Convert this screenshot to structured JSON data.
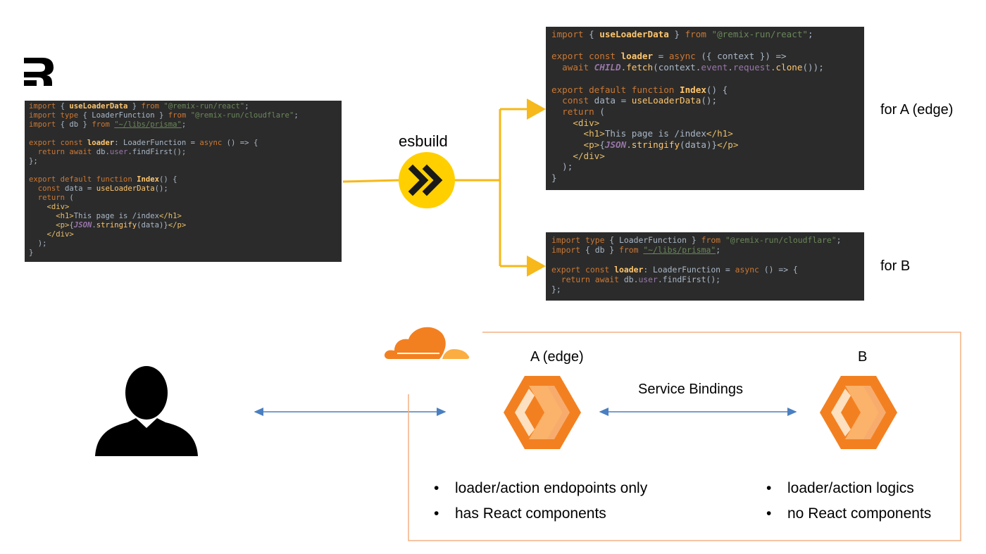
{
  "source": {
    "lines": [
      [
        [
          "t-kw",
          "import "
        ],
        [
          "t-pl",
          "{ "
        ],
        [
          "t-gold",
          "useLoaderData"
        ],
        [
          "t-pl",
          " } "
        ],
        [
          "t-kw",
          "from "
        ],
        [
          "t-str",
          "\"@remix-run/react\""
        ],
        [
          "t-pl",
          ";"
        ]
      ],
      [
        [
          "t-kw",
          "import type "
        ],
        [
          "t-pl",
          "{ LoaderFunction } "
        ],
        [
          "t-kw",
          "from "
        ],
        [
          "t-str",
          "\"@remix-run/cloudflare\""
        ],
        [
          "t-pl",
          ";"
        ]
      ],
      [
        [
          "t-kw",
          "import "
        ],
        [
          "t-pl",
          "{ db } "
        ],
        [
          "t-kw",
          "from "
        ],
        [
          "t-link",
          "\"~/libs/prisma\""
        ],
        [
          "t-pl",
          ";"
        ]
      ],
      [],
      [
        [
          "t-kw",
          "export const "
        ],
        [
          "t-gold",
          "loader"
        ],
        [
          "t-pl",
          ": LoaderFunction = "
        ],
        [
          "t-kw",
          "async "
        ],
        [
          "t-pl",
          "() => {"
        ]
      ],
      [
        [
          "t-pl",
          "  "
        ],
        [
          "t-kw",
          "return await "
        ],
        [
          "t-pl",
          "db."
        ],
        [
          "t-var",
          "user"
        ],
        [
          "t-pl",
          ".findFirst();"
        ]
      ],
      [
        [
          "t-pl",
          "};"
        ]
      ],
      [],
      [
        [
          "t-kw",
          "export default function "
        ],
        [
          "t-gold",
          "Index"
        ],
        [
          "t-pl",
          "() {"
        ]
      ],
      [
        [
          "t-pl",
          "  "
        ],
        [
          "t-kw",
          "const "
        ],
        [
          "t-pl",
          "data = "
        ],
        [
          "t-fn",
          "useLoaderData"
        ],
        [
          "t-pl",
          "();"
        ]
      ],
      [
        [
          "t-pl",
          "  "
        ],
        [
          "t-kw",
          "return "
        ],
        [
          "t-pl",
          "("
        ]
      ],
      [
        [
          "t-pl",
          "    "
        ],
        [
          "t-tag",
          "<div>"
        ]
      ],
      [
        [
          "t-pl",
          "      "
        ],
        [
          "t-tag",
          "<h1>"
        ],
        [
          "t-pl",
          "This page is /index"
        ],
        [
          "t-tag",
          "</h1>"
        ]
      ],
      [
        [
          "t-pl",
          "      "
        ],
        [
          "t-tag",
          "<p>"
        ],
        [
          "t-pl",
          "{"
        ],
        [
          "t-ital",
          "JSON"
        ],
        [
          "t-pl",
          "."
        ],
        [
          "t-fn",
          "stringify"
        ],
        [
          "t-pl",
          "(data)}"
        ],
        [
          "t-tag",
          "</p>"
        ]
      ],
      [
        [
          "t-pl",
          "    "
        ],
        [
          "t-tag",
          "</div>"
        ]
      ],
      [
        [
          "t-pl",
          "  );"
        ]
      ],
      [
        [
          "t-pl",
          "}"
        ]
      ]
    ]
  },
  "code_a": {
    "lines": [
      [
        [
          "t-kw",
          "import "
        ],
        [
          "t-pl",
          "{ "
        ],
        [
          "t-gold",
          "useLoaderData"
        ],
        [
          "t-pl",
          " } "
        ],
        [
          "t-kw",
          "from "
        ],
        [
          "t-str",
          "\"@remix-run/react\""
        ],
        [
          "t-pl",
          ";"
        ]
      ],
      [],
      [
        [
          "t-kw",
          "export const "
        ],
        [
          "t-gold",
          "loader"
        ],
        [
          "t-pl",
          " = "
        ],
        [
          "t-kw",
          "async "
        ],
        [
          "t-pl",
          "({ context }) =>"
        ]
      ],
      [
        [
          "t-pl",
          "  "
        ],
        [
          "t-kw",
          "await "
        ],
        [
          "t-ital",
          "CHILD"
        ],
        [
          "t-pl",
          "."
        ],
        [
          "t-fn",
          "fetch"
        ],
        [
          "t-pl",
          "(context."
        ],
        [
          "t-var",
          "event"
        ],
        [
          "t-pl",
          "."
        ],
        [
          "t-var",
          "request"
        ],
        [
          "t-pl",
          "."
        ],
        [
          "t-fn",
          "clone"
        ],
        [
          "t-pl",
          "());"
        ]
      ],
      [],
      [
        [
          "t-kw",
          "export default function "
        ],
        [
          "t-gold",
          "Index"
        ],
        [
          "t-pl",
          "() {"
        ]
      ],
      [
        [
          "t-pl",
          "  "
        ],
        [
          "t-kw",
          "const "
        ],
        [
          "t-pl",
          "data = "
        ],
        [
          "t-fn",
          "useLoaderData"
        ],
        [
          "t-pl",
          "();"
        ]
      ],
      [
        [
          "t-pl",
          "  "
        ],
        [
          "t-kw",
          "return "
        ],
        [
          "t-pl",
          "("
        ]
      ],
      [
        [
          "t-pl",
          "    "
        ],
        [
          "t-tag",
          "<div>"
        ]
      ],
      [
        [
          "t-pl",
          "      "
        ],
        [
          "t-tag",
          "<h1>"
        ],
        [
          "t-pl",
          "This page is /index"
        ],
        [
          "t-tag",
          "</h1>"
        ]
      ],
      [
        [
          "t-pl",
          "      "
        ],
        [
          "t-tag",
          "<p>"
        ],
        [
          "t-pl",
          "{"
        ],
        [
          "t-ital",
          "JSON"
        ],
        [
          "t-pl",
          "."
        ],
        [
          "t-fn",
          "stringify"
        ],
        [
          "t-pl",
          "(data)}"
        ],
        [
          "t-tag",
          "</p>"
        ]
      ],
      [
        [
          "t-pl",
          "    "
        ],
        [
          "t-tag",
          "</div>"
        ]
      ],
      [
        [
          "t-pl",
          "  );"
        ]
      ],
      [
        [
          "t-pl",
          "}"
        ]
      ]
    ]
  },
  "code_b": {
    "lines": [
      [
        [
          "t-kw",
          "import type "
        ],
        [
          "t-pl",
          "{ LoaderFunction } "
        ],
        [
          "t-kw",
          "from "
        ],
        [
          "t-str",
          "\"@remix-run/cloudflare\""
        ],
        [
          "t-pl",
          ";"
        ]
      ],
      [
        [
          "t-kw",
          "import "
        ],
        [
          "t-pl",
          "{ db } "
        ],
        [
          "t-kw",
          "from "
        ],
        [
          "t-link",
          "\"~/libs/prisma\""
        ],
        [
          "t-pl",
          ";"
        ]
      ],
      [],
      [
        [
          "t-kw",
          "export const "
        ],
        [
          "t-gold",
          "loader"
        ],
        [
          "t-pl",
          ": LoaderFunction = "
        ],
        [
          "t-kw",
          "async "
        ],
        [
          "t-pl",
          "() => {"
        ]
      ],
      [
        [
          "t-pl",
          "  "
        ],
        [
          "t-kw",
          "return await "
        ],
        [
          "t-pl",
          "db."
        ],
        [
          "t-var",
          "user"
        ],
        [
          "t-pl",
          ".findFirst();"
        ]
      ],
      [
        [
          "t-pl",
          "};"
        ]
      ]
    ]
  },
  "labels": {
    "esbuild": "esbuild",
    "for_a": "for A (edge)",
    "for_b": "for B",
    "worker_a": "A (edge)",
    "worker_b": "B",
    "service_bindings": "Service Bindings"
  },
  "bullets_a": [
    "loader/action endopoints only",
    "has React components"
  ],
  "bullets_b": [
    "loader/action logics",
    "no React components"
  ],
  "colors": {
    "arrow_gold": "#f6b81a",
    "arrow_blue": "#4a7fc1",
    "box_border": "#f4b183",
    "cloudflare_orange": "#f38020",
    "code_bg": "#2b2b2b"
  }
}
